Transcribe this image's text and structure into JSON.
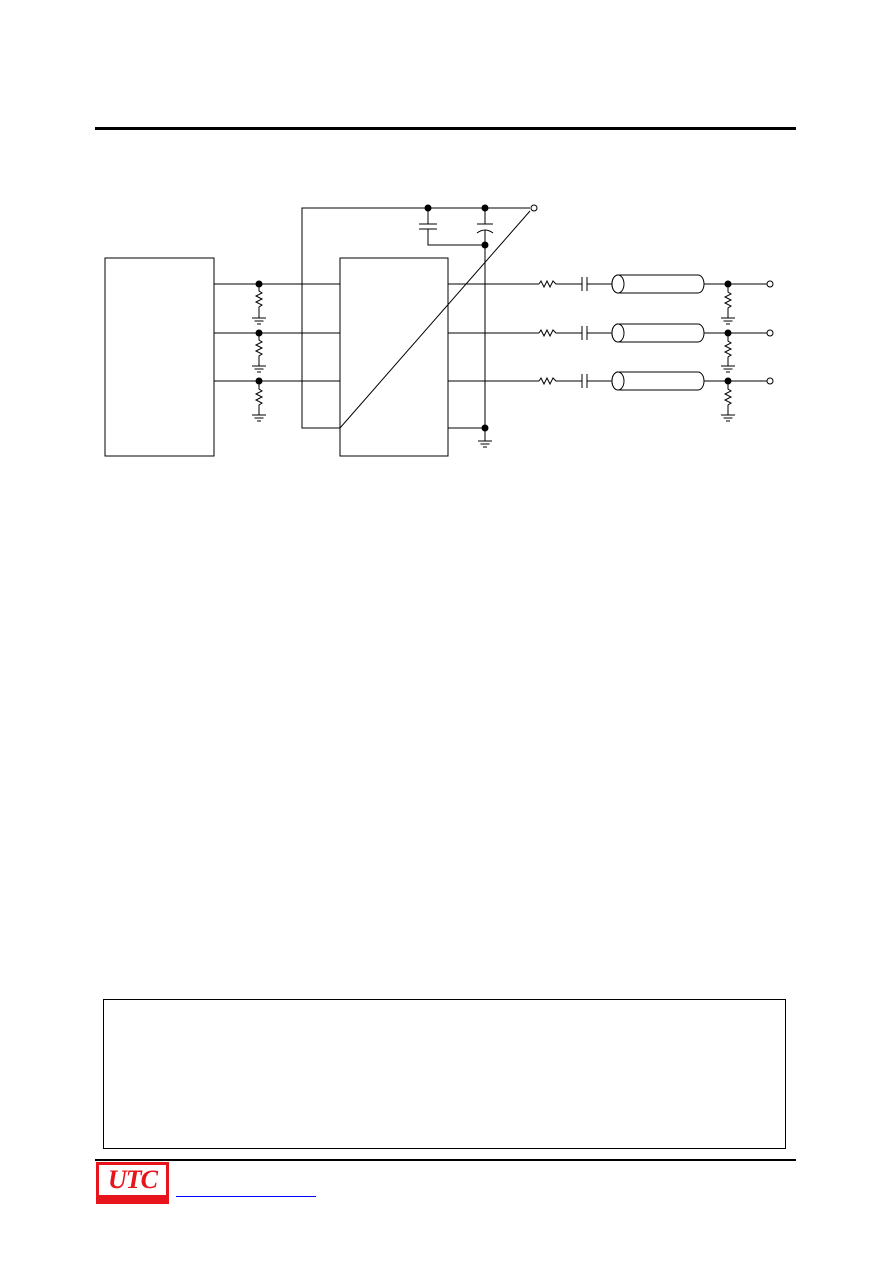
{
  "page": {
    "background": "#ffffff"
  },
  "header": {
    "rule_color": "#000000"
  },
  "schematic": {
    "line_color": "#000000",
    "components": [
      "left-ic-block",
      "center-ic-block",
      "input-pulldown-resistors",
      "supply-decoupling-capacitors",
      "series-output-resistors",
      "ac-coupling-capacitors",
      "coaxial-cables",
      "termination-resistors",
      "output-terminals",
      "ground-symbols"
    ],
    "channel_count": 3
  },
  "notice_box": {
    "text": ""
  },
  "footer": {
    "logo_text": "UTC",
    "logo_color": "#e8141c",
    "link_text": "",
    "link_color": "#0000ff"
  }
}
